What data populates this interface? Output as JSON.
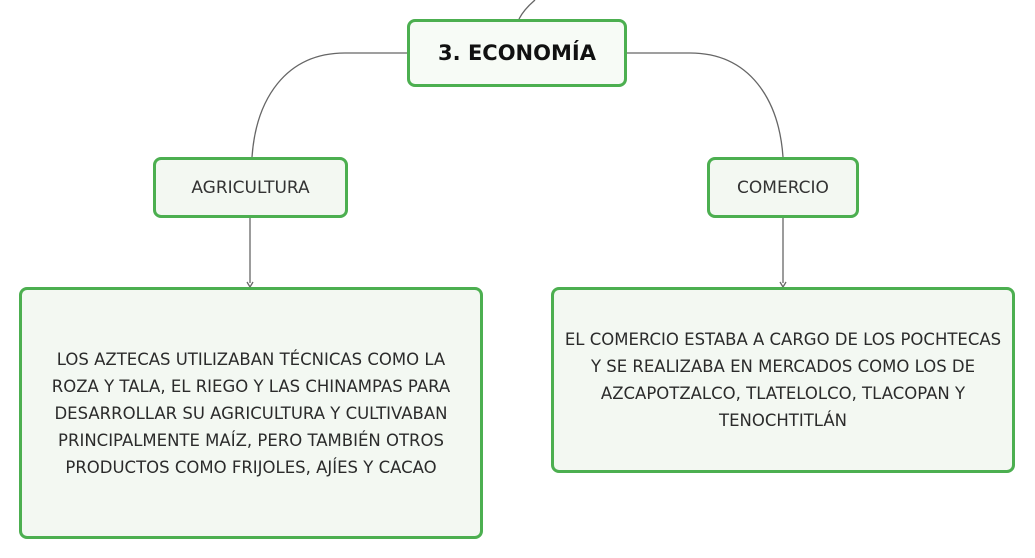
{
  "diagram": {
    "root": {
      "label": "3. ECONOMÍA"
    },
    "branches": [
      {
        "label": "AGRICULTURA",
        "detail": "LOS AZTECAS UTILIZABAN TÉCNICAS COMO LA ROZA Y TALA, EL RIEGO Y LAS CHINAMPAS PARA DESARROLLAR SU AGRICULTURA Y CULTIVABAN PRINCIPALMENTE MAÍZ, PERO TAMBIÉN OTROS PRODUCTOS COMO FRIJOLES, AJÍES Y CACAO"
      },
      {
        "label": "COMERCIO",
        "detail": "EL COMERCIO ESTABA A CARGO DE LOS POCHTECAS Y SE REALIZABA EN MERCADOS COMO LOS DE AZCAPOTZALCO, TLATELOLCO, TLACOPAN Y TENOCHTITLÁN"
      }
    ],
    "colors": {
      "node_border": "#4caf50",
      "node_fill": "#f3f8f2",
      "connector": "#666666"
    }
  }
}
